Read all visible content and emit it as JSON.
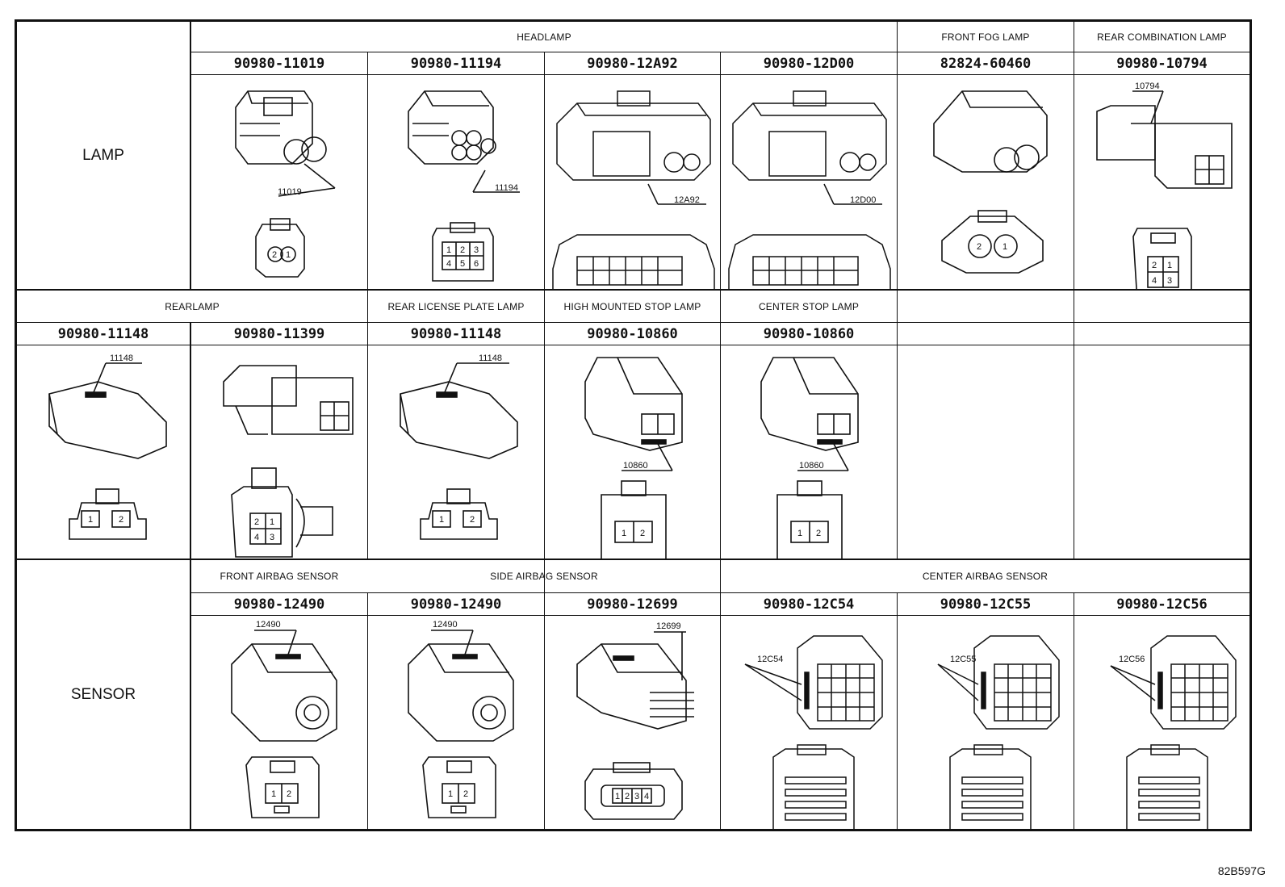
{
  "categories": {
    "lamp": "LAMP",
    "sensor": "SENSOR"
  },
  "row1": {
    "headers": {
      "headlamp": "HEADLAMP",
      "front_fog": "FRONT FOG LAMP",
      "rear_comb": "REAR COMBINATION LAMP"
    },
    "cells": [
      {
        "part": "90980-11019",
        "callout": "11019",
        "pins": [
          "2",
          "1"
        ]
      },
      {
        "part": "90980-11194",
        "callout": "11194",
        "pins": [
          "1",
          "2",
          "3",
          "4",
          "5",
          "6"
        ]
      },
      {
        "part": "90980-12A92",
        "callout": "12A92"
      },
      {
        "part": "90980-12D00",
        "callout": "12D00"
      },
      {
        "part": "82824-60460",
        "pins": [
          "2",
          "1"
        ]
      },
      {
        "part": "90980-10794",
        "callout": "10794",
        "pins": [
          "2",
          "1",
          "4",
          "3"
        ]
      }
    ]
  },
  "row2": {
    "headers": {
      "rearlamp": "REARLAMP",
      "license": "REAR LICENSE PLATE LAMP",
      "high_stop": "HIGH MOUNTED STOP LAMP",
      "center_stop": "CENTER STOP LAMP"
    },
    "cells": [
      {
        "part": "90980-11148",
        "callout": "11148",
        "pins": [
          "1",
          "2"
        ]
      },
      {
        "part": "90980-11399",
        "pins": [
          "2",
          "1",
          "4",
          "3"
        ]
      },
      {
        "part": "90980-11148",
        "callout": "11148",
        "pins": [
          "1",
          "2"
        ]
      },
      {
        "part": "90980-10860",
        "callout": "10860",
        "pins": [
          "1",
          "2"
        ]
      },
      {
        "part": "90980-10860",
        "callout": "10860",
        "pins": [
          "1",
          "2"
        ]
      }
    ]
  },
  "row3": {
    "headers": {
      "front_airbag": "FRONT AIRBAG SENSOR",
      "side_airbag": "SIDE AIRBAG SENSOR",
      "center_airbag": "CENTER AIRBAG SENSOR"
    },
    "cells": [
      {
        "part": "90980-12490",
        "callout": "12490",
        "pins": [
          "1",
          "2"
        ]
      },
      {
        "part": "90980-12490",
        "callout": "12490",
        "pins": [
          "1",
          "2"
        ]
      },
      {
        "part": "90980-12699",
        "callout": "12699",
        "pins": [
          "1",
          "2",
          "3",
          "4"
        ]
      },
      {
        "part": "90980-12C54",
        "callout": "12C54"
      },
      {
        "part": "90980-12C55",
        "callout": "12C55"
      },
      {
        "part": "90980-12C56",
        "callout": "12C56"
      }
    ]
  },
  "figure_code": "82B597G"
}
